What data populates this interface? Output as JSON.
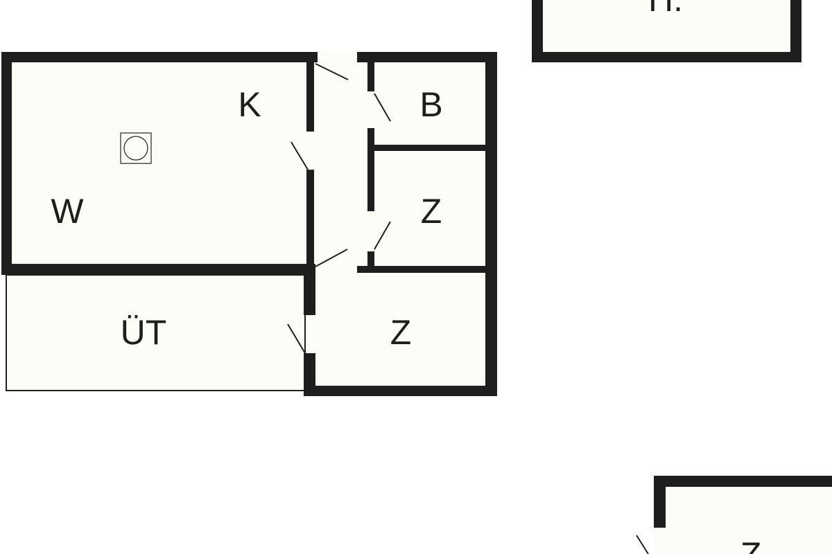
{
  "floorplan": {
    "rooms": {
      "living": "W",
      "kitchen": "K",
      "bathroom": "B",
      "room_middle": "Z",
      "room_lower": "Z",
      "utility": "ÜT",
      "top_right": "H.",
      "bottom_right": "Z"
    },
    "colors": {
      "wall": "#1e1e1e",
      "floor": "#fdfdf8"
    },
    "icons": [
      "stove-icon"
    ]
  }
}
